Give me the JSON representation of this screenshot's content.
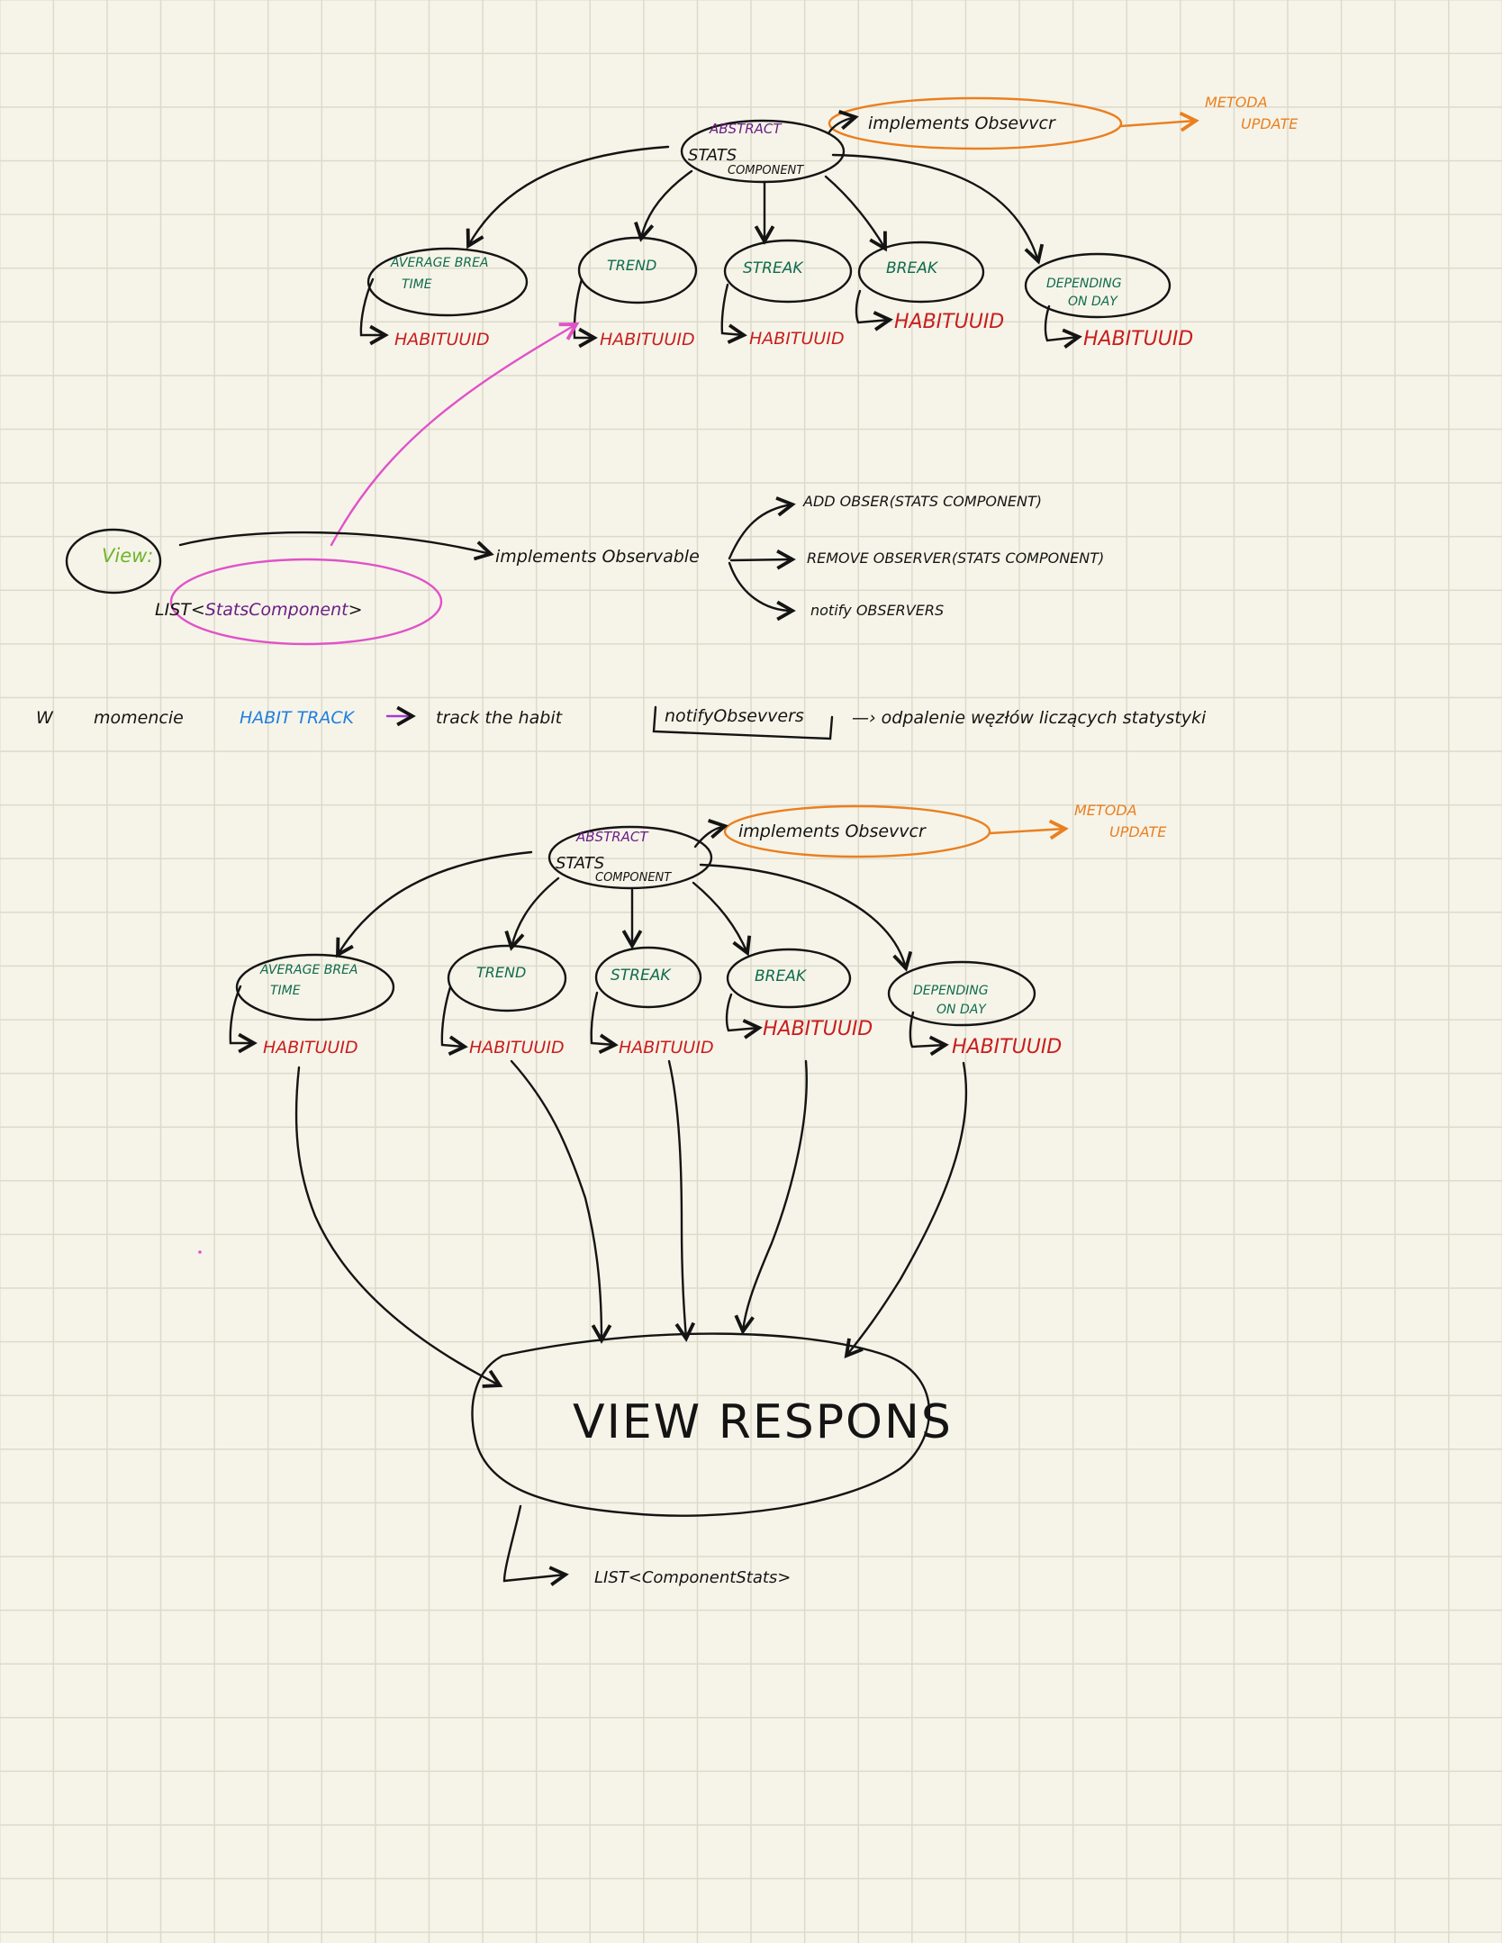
{
  "diagram1": {
    "abstract_word": "ABSTRACT",
    "stats_word": "STATS",
    "component_word": "COMPONENT",
    "implements_observer": "implements   Obsevvcr",
    "metoda": "METODA",
    "update": "UPDATE",
    "nodes": {
      "average_1": "AVERAGE BREA",
      "average_2": "TIME",
      "trend": "TREND",
      "streak": "STREAK",
      "break": "BREAK",
      "depending_1": "DEPENDING",
      "depending_2": "ON DAY"
    },
    "habit_uuid": "HABITUUID"
  },
  "view_section": {
    "view_label": "View:",
    "list_prefix": "LIST<",
    "list_type": "StatsComponent",
    "list_suffix": ">",
    "implements_observable": "implements   Observable",
    "add_observer": "ADD  OBSER(STATS   COMPONENT)",
    "remove_observer": "REMOVE  OBSERVER(STATS    COMPONENT)",
    "notify_observers": "notify   OBSERVERS"
  },
  "sentence": {
    "w": "W",
    "momencie": "momencie",
    "habit_track": "HABIT TRACK",
    "track_the_habit": "track   the    habit",
    "notify": "notifyObsevvers",
    "arrow_text": "—›  odpalenie    węzłów    liczących    statystyki"
  },
  "diagram2": {
    "abstract_word": "ABSTRACT",
    "stats_word": "STATS",
    "component_word": "COMPONENT",
    "implements_observer": "implements   Obsevvcr",
    "metoda": "METODA",
    "update": "UPDATE",
    "nodes": {
      "average_1": "AVERAGE BREA",
      "average_2": "TIME",
      "trend": "TREND",
      "streak": "STREAK",
      "break": "BREAK",
      "depending_1": "DEPENDING",
      "depending_2": "ON DAY"
    },
    "habit_uuid": "HABITUUID",
    "view_response": "VIEW RESPONS",
    "list_component_stats": "LIST<ComponentStats>"
  }
}
